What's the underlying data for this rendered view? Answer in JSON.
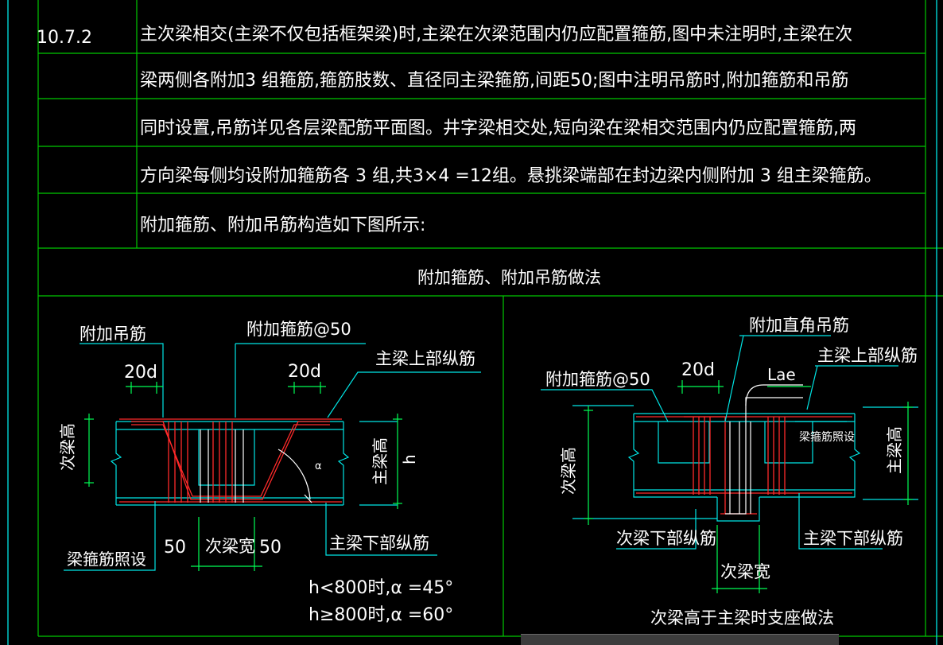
{
  "clause_number": "10.7.2",
  "paragraph": {
    "line1": "主次梁相交(主梁不仅包括框架梁)时,主梁在次梁范围内仍应配置箍筋,图中未注明时,主梁在次",
    "line2": "梁两侧各附加3 组箍筋,箍筋肢数、直径同主梁箍筋,间距50;图中注明吊筋时,附加箍筋和吊筋",
    "line3": "同时设置,吊筋详见各层梁配筋平面图。井字梁相交处,短向梁在梁相交范围内仍应配置箍筋,两",
    "line4": "方向梁每侧均设附加箍筋各 3  组,共3×4 =12组。悬挑梁端部在封边梁内侧附加 3  组主梁箍筋。",
    "line5": "附加箍筋、附加吊筋构造如下图所示:"
  },
  "table_title": "附加箍筋、附加吊筋做法",
  "left_detail": {
    "label_hanger": "附加吊筋",
    "label_stirrup": "附加箍筋@50",
    "label_main_top": "主梁上部纵筋",
    "dim_20d_left": "20d",
    "dim_20d_right": "20d",
    "label_secondary_height": "次梁高",
    "label_main_height": "主梁高",
    "label_h": "h",
    "label_alpha": "α",
    "label_main_bottom": "主梁下部纵筋",
    "label_stirrup_per": "梁箍筋照设",
    "dim_50_left": "50",
    "label_secondary_width": "次梁宽",
    "dim_50_right": "50",
    "note_line1": "h<800时,α =45°",
    "note_line2": "h≥800时,α =60°"
  },
  "right_detail": {
    "label_angle_hanger": "附加直角吊筋",
    "label_main_top": "主梁上部纵筋",
    "dim_20d": "20d",
    "label_lae": "Lae",
    "label_stirrup": "附加箍筋@50",
    "label_stirrup_per": "梁箍筋照设",
    "label_secondary_height": "次梁高",
    "label_main_height": "主梁高",
    "label_secondary_bottom": "次梁下部纵筋",
    "label_main_bottom": "主梁下部纵筋",
    "label_secondary_width": "次梁宽",
    "caption": "次梁高于主梁时支座做法"
  },
  "colors": {
    "background": "#000000",
    "grid": "#00c800",
    "text": "#ffffff",
    "outline": "#00e5e5",
    "rebar": "#ff2a2a"
  }
}
